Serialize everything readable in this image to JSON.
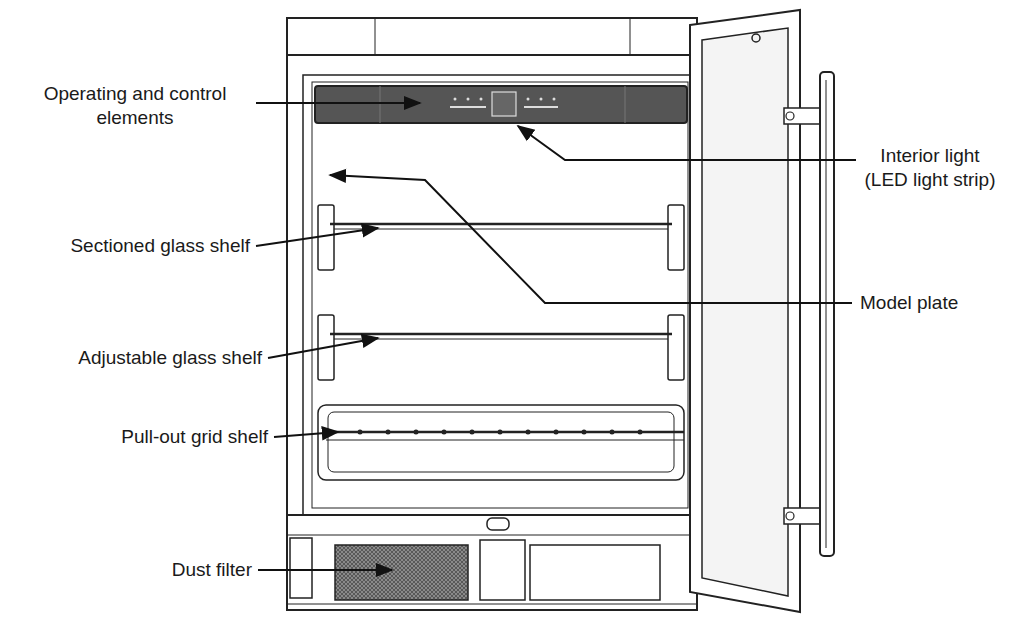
{
  "diagram": {
    "labels": [
      "Operating and control elements",
      "Sectioned glass shelf",
      "Adjustable glass shelf",
      "Pull-out grid shelf",
      "Dust filter",
      "Interior light (LED light strip)",
      "Model plate"
    ]
  }
}
